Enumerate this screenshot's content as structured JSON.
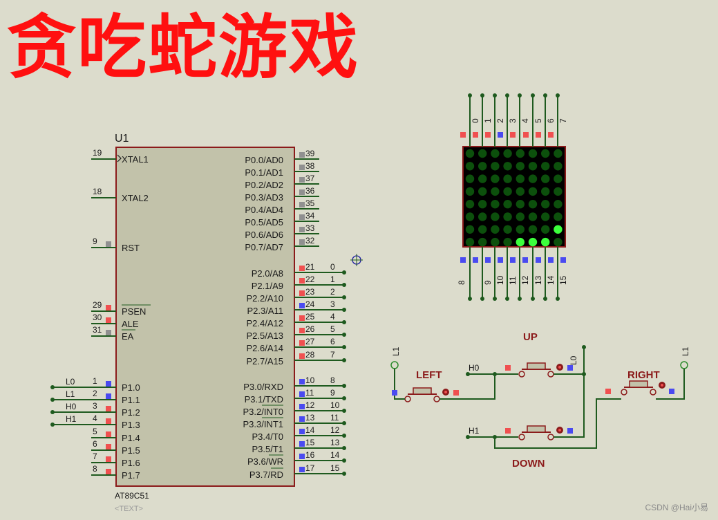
{
  "title": "贪吃蛇游戏",
  "mcu": {
    "ref": "U1",
    "part": "AT89C51",
    "text_placeholder": "<TEXT>",
    "left_pins": [
      {
        "num": "19",
        "name": "XTAL1"
      },
      {
        "num": "18",
        "name": "XTAL2"
      },
      {
        "num": "9",
        "name": "RST"
      },
      {
        "num": "29",
        "name": "PSEN"
      },
      {
        "num": "30",
        "name": "ALE"
      },
      {
        "num": "31",
        "name": "EA"
      },
      {
        "num": "1",
        "name": "P1.0"
      },
      {
        "num": "2",
        "name": "P1.1"
      },
      {
        "num": "3",
        "name": "P1.2"
      },
      {
        "num": "4",
        "name": "P1.3"
      },
      {
        "num": "5",
        "name": "P1.4"
      },
      {
        "num": "6",
        "name": "P1.5"
      },
      {
        "num": "7",
        "name": "P1.6"
      },
      {
        "num": "8",
        "name": "P1.7"
      }
    ],
    "right_pins": [
      {
        "num": "39",
        "name": "P0.0/AD0"
      },
      {
        "num": "38",
        "name": "P0.1/AD1"
      },
      {
        "num": "37",
        "name": "P0.2/AD2"
      },
      {
        "num": "36",
        "name": "P0.3/AD3"
      },
      {
        "num": "35",
        "name": "P0.4/AD4"
      },
      {
        "num": "34",
        "name": "P0.5/AD5"
      },
      {
        "num": "33",
        "name": "P0.6/AD6"
      },
      {
        "num": "32",
        "name": "P0.7/AD7"
      },
      {
        "num": "21",
        "name": "P2.0/A8"
      },
      {
        "num": "22",
        "name": "P2.1/A9"
      },
      {
        "num": "23",
        "name": "P2.2/A10"
      },
      {
        "num": "24",
        "name": "P2.3/A11"
      },
      {
        "num": "25",
        "name": "P2.4/A12"
      },
      {
        "num": "26",
        "name": "P2.5/A13"
      },
      {
        "num": "27",
        "name": "P2.6/A14"
      },
      {
        "num": "28",
        "name": "P2.7/A15"
      },
      {
        "num": "10",
        "name": "P3.0/RXD"
      },
      {
        "num": "11",
        "name": "P3.1/TXD"
      },
      {
        "num": "12",
        "name": "P3.2/INT0"
      },
      {
        "num": "13",
        "name": "P3.3/INT1"
      },
      {
        "num": "14",
        "name": "P3.4/T0"
      },
      {
        "num": "15",
        "name": "P3.5/T1"
      },
      {
        "num": "16",
        "name": "P3.6/WR"
      },
      {
        "num": "17",
        "name": "P3.7/RD"
      }
    ],
    "left_net_labels": [
      "L0",
      "L1",
      "H0",
      "H1"
    ],
    "p2_net_labels": [
      "0",
      "1",
      "2",
      "3",
      "4",
      "5",
      "6",
      "7"
    ],
    "p3_net_labels": [
      "8",
      "9",
      "10",
      "11",
      "12",
      "13",
      "14",
      "15"
    ]
  },
  "matrix": {
    "top_labels": [
      "0",
      "1",
      "2",
      "3",
      "4",
      "5",
      "6",
      "7"
    ],
    "bottom_labels": [
      "8",
      "9",
      "10",
      "11",
      "12",
      "13",
      "14",
      "15"
    ],
    "lit_leds": [
      [
        6,
        7
      ],
      [
        7,
        4
      ],
      [
        7,
        5
      ],
      [
        7,
        6
      ]
    ]
  },
  "buttons": {
    "up": "UP",
    "down": "DOWN",
    "left": "LEFT",
    "right": "RIGHT",
    "net_h0": "H0",
    "net_h1": "H1",
    "net_l0": "L0",
    "net_l1": "L1"
  },
  "colors": {
    "wire": "#1e5a1e",
    "body_fill": "#c2c2aa",
    "body_stroke": "#8b1a1a",
    "pin_red": "#f05050",
    "pin_blue": "#4a4af0",
    "pin_gray": "#909090",
    "led_off": "#0c500c",
    "led_on": "#3cff3c",
    "label_dark_red": "#8b1a1a",
    "title_red": "#ff1010"
  },
  "watermark": "CSDN @Hai小易"
}
